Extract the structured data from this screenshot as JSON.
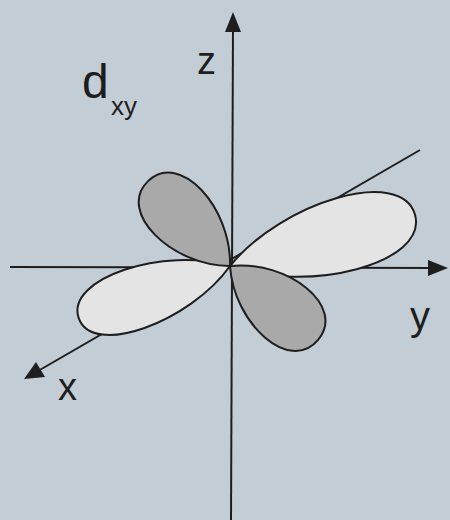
{
  "diagram": {
    "labels": [
      "d",
      "xy",
      "z",
      "y",
      "x"
    ]
  }
}
